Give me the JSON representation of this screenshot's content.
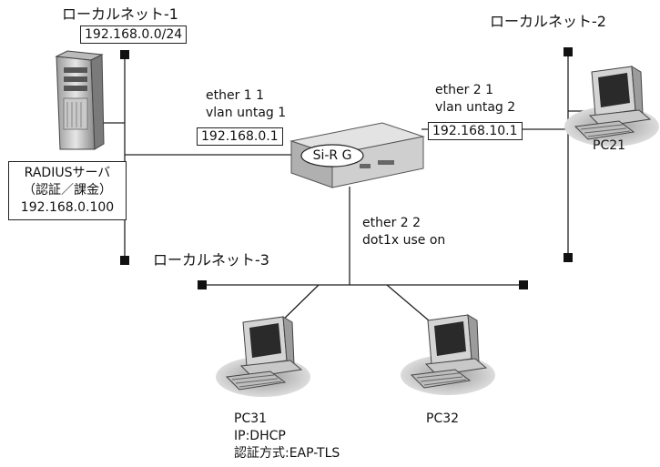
{
  "networks": {
    "net1": {
      "name": "ローカルネット-1",
      "address": "192.168.0.0/24"
    },
    "net2": {
      "name": "ローカルネット-2"
    },
    "net3": {
      "name": "ローカルネット-3"
    }
  },
  "router": {
    "label": "Si-R G"
  },
  "ports": {
    "left": {
      "line1": "ether 1 1",
      "line2": "vlan untag 1",
      "ip": "192.168.0.1"
    },
    "right": {
      "line1": "ether 2 1",
      "line2": "vlan untag 2",
      "ip": "192.168.10.1"
    },
    "down": {
      "line1": "ether 2 2",
      "line2": "dot1x use on"
    }
  },
  "server": {
    "line1": "RADIUSサーバ",
    "line2": "（認証／課金）",
    "line3": "192.168.0.100"
  },
  "pcs": {
    "pc21": {
      "name": "PC21"
    },
    "pc31": {
      "name": "PC31",
      "line2": "IP:DHCP",
      "line3": "認証方式:EAP-TLS"
    },
    "pc32": {
      "name": "PC32"
    }
  },
  "icons": [
    "tower-server-icon",
    "router-icon",
    "desktop-pc-icon",
    "network-terminator-icon"
  ]
}
